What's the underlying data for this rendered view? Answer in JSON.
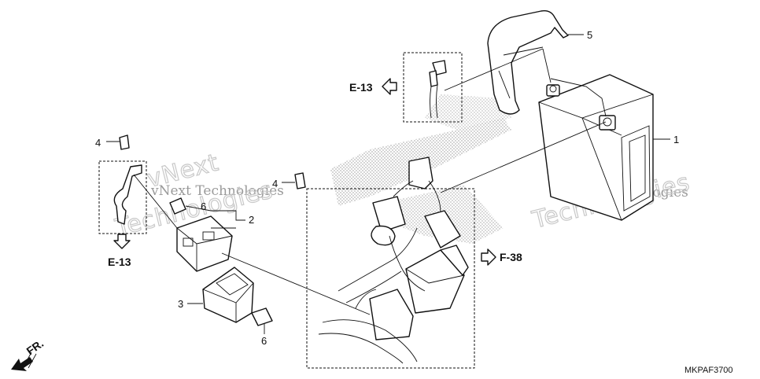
{
  "callouts": {
    "c1": "1",
    "c2": "2",
    "c3": "3",
    "c4a": "4",
    "c4b": "4",
    "c5": "5",
    "c6a": "6",
    "c6b": "6"
  },
  "refs": {
    "e13_top": "E-13",
    "e13_left": "E-13",
    "f38": "F-38",
    "front": "FR."
  },
  "diagram_code": "MKPAF3700",
  "watermarks": {
    "small_1": "vNext Technologies",
    "large_1": "Technologies",
    "small_2": "vNext Technologies",
    "large_2": "Technologies",
    "partial_1": "vNext",
    "partial_2": "vNext"
  }
}
